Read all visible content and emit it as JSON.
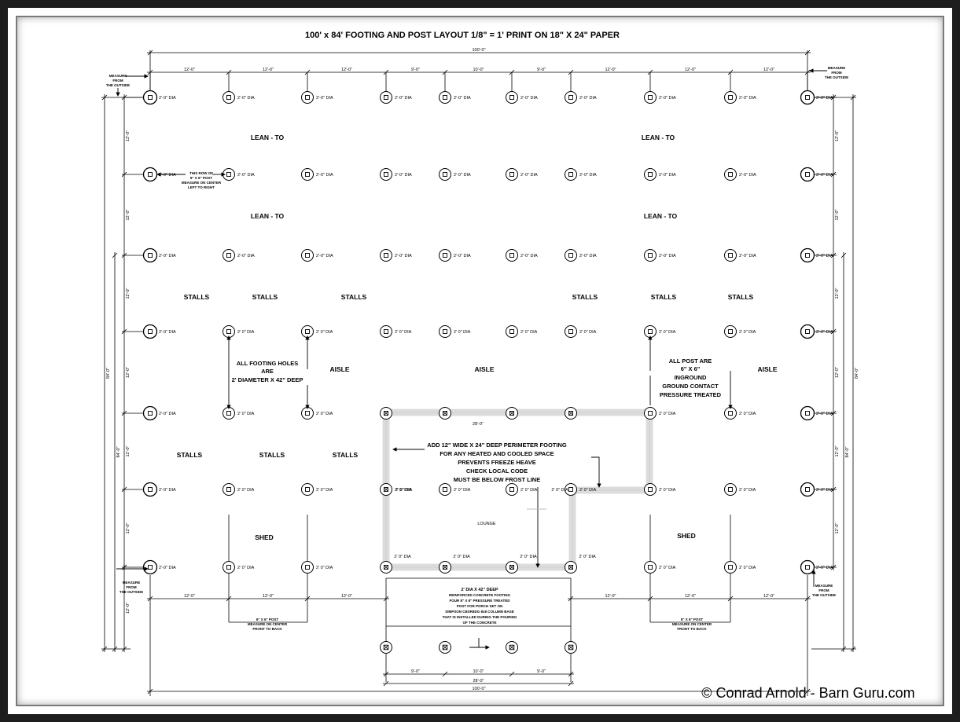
{
  "title": "100' x 84' FOOTING AND POST LAYOUT 1/8\" = 1' PRINT ON 18\" X 24\" PAPER",
  "copyright": "© Conrad Arnold - Barn Guru.com",
  "dims": {
    "overall_width": "100'-0\"",
    "top_bays": [
      "12'-0\"",
      "12'-0\"",
      "12'-0\"",
      "9'-0\"",
      "10'-0\"",
      "9'-0\"",
      "12'-0\"",
      "12'-0\"",
      "12'-0\""
    ],
    "bottom_left": [
      "12'-0\"",
      "12'-0\"",
      "12'-0\""
    ],
    "bottom_right": [
      "12'-0\"",
      "12'-0\"",
      "12'-0\""
    ],
    "porch_bays": [
      "9'-0\"",
      "10'-0\"",
      "9'-0\""
    ],
    "porch_width": "28'-0\"",
    "porch_inner": "28'-0\"",
    "rows_left": [
      "12'-0\"",
      "12'-0\"",
      "12'-0\"",
      "12'-0\"",
      "12'-0\"",
      "12'-0\""
    ],
    "overall_depth": "84'-0\"",
    "shed_depth": "12'-0\"",
    "side_right": [
      "12'-0\"",
      "12'-0\"",
      "12'-0\"",
      "12'-0\"",
      "12'-0\"",
      "12'-0\""
    ]
  },
  "footings": {
    "dia_label": "2'-0\" DIA",
    "dia_label_alt": "2' 0\" DIA"
  },
  "labels": {
    "lean_to": "LEAN - TO",
    "stalls": "STALLS",
    "aisle": "AISLE",
    "shed": "SHED",
    "lounge": "LOUNGE"
  },
  "notes": {
    "measure_outside": [
      "MEASURE",
      "FROM",
      "THE OUTSIDE"
    ],
    "row_post": [
      "THIS ROW OF",
      "6\" X 6\" POST",
      "MEASURE ON CENTER",
      "LEFT TO RIGHT"
    ],
    "footing_holes": [
      "ALL FOOTING HOLES",
      "ARE",
      "2' DIAMETER X 42\" DEEP"
    ],
    "all_post": [
      "ALL POST ARE",
      "6\" X 6\"",
      "INGROUND",
      "GROUND CONTACT",
      "PRESSURE TREATED"
    ],
    "perimeter": [
      "ADD 12\" WIDE X 24\" DEEP PERIMETER FOOTING",
      "FOR ANY HEATED AND COOLED SPACE",
      "PREVENTS FREEZE HEAVE",
      "CHECK LOCAL CODE",
      "MUST BE BELOW FROST LINE"
    ],
    "porch": [
      "2' DIA X 42\" DEEP",
      "REINFORCED CONCRETE FOOTING",
      "FOUR 8\" X 8\" PRESSURE TREATED",
      "POST FOR PORCH SET ON",
      "SIMPSON CBSR8DG 8x8 COLUMN BASE",
      "THAT IS INSTALLED DURING THE POURING",
      "OF THE CONCRETE"
    ],
    "post_front": [
      "6\" X 6\" POST",
      "MEASURE ON CENTER",
      "FRONT TO BACK"
    ]
  }
}
